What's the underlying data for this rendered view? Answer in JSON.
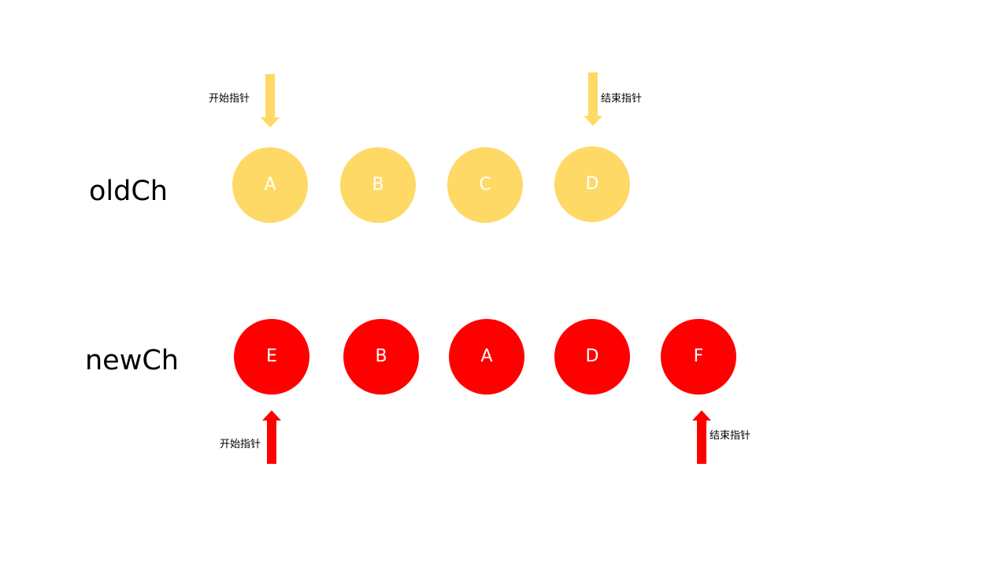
{
  "colors": {
    "old_row": "#FFD966",
    "new_row": "#FF0000"
  },
  "old_row": {
    "label": "oldCh",
    "nodes": [
      "A",
      "B",
      "C",
      "D"
    ],
    "start_pointer_label": "开始指针",
    "end_pointer_label": "结束指针",
    "start_pointer_node": "A",
    "end_pointer_node": "D"
  },
  "new_row": {
    "label": "newCh",
    "nodes": [
      "E",
      "B",
      "A",
      "D",
      "F"
    ],
    "start_pointer_label": "开始指针",
    "end_pointer_label": "结束指针",
    "start_pointer_node": "E",
    "end_pointer_node": "F"
  },
  "icons": {
    "old_start_arrow": "arrow-down-icon",
    "old_end_arrow": "arrow-down-icon",
    "new_start_arrow": "arrow-up-icon",
    "new_end_arrow": "arrow-up-icon"
  }
}
